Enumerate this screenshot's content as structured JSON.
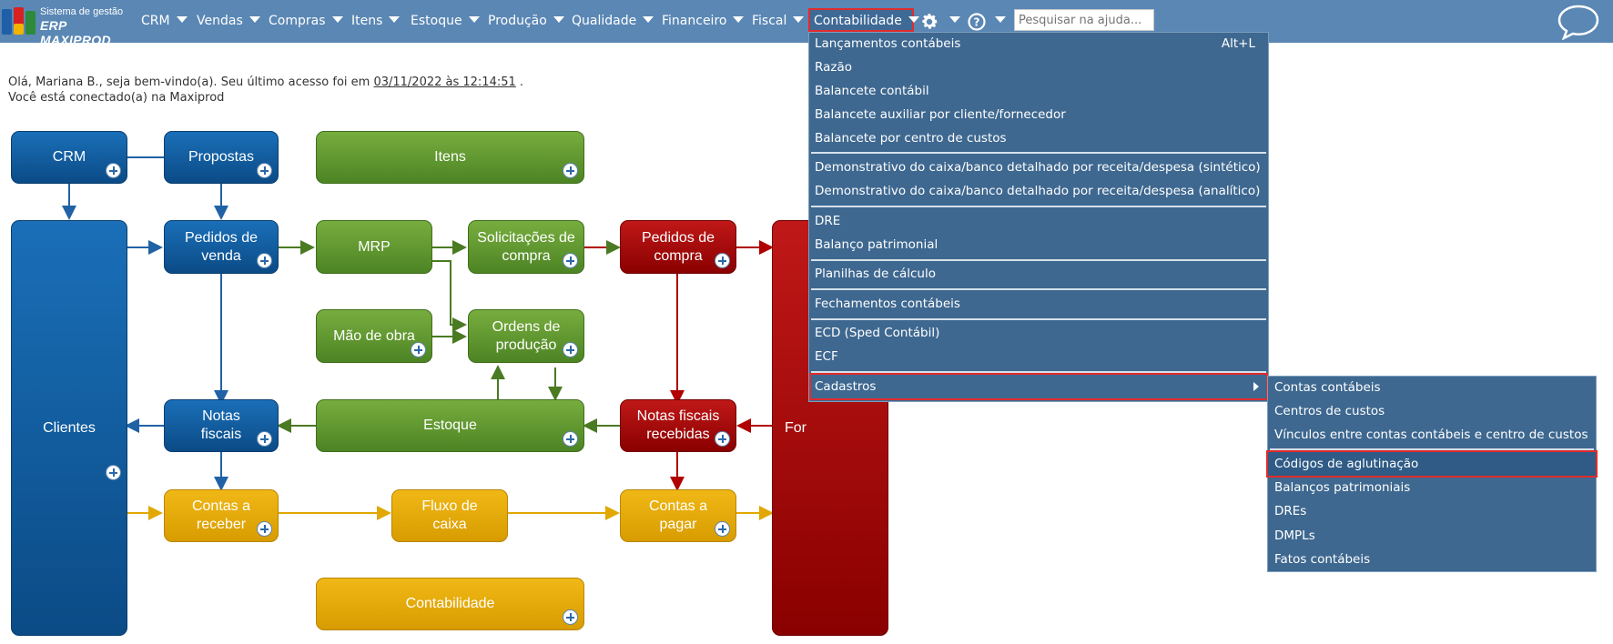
{
  "logo": {
    "line1": "Sistema de gestão",
    "line2": "ERP MAXIPROD"
  },
  "nav": {
    "items": [
      "CRM",
      "Vendas",
      "Compras",
      "Itens",
      "Estoque",
      "Produção",
      "Qualidade",
      "Financeiro",
      "Fiscal"
    ],
    "active": "Contabilidade",
    "search_placeholder": "Pesquisar na ajuda..."
  },
  "welcome": {
    "line1_prefix": "Olá, Mariana B., seja bem-vindo(a). Seu último acesso foi em",
    "last_access": "03/11/2022 às 12:14:51",
    "line1_suffix": ".",
    "line2": "Você está conectado(a) na Maxiprod"
  },
  "flow": {
    "crm": "CRM",
    "propostas": "Propostas",
    "itens": "Itens",
    "clientes": "Clientes",
    "pedidos_venda_1": "Pedidos de",
    "pedidos_venda_2": "venda",
    "mrp": "MRP",
    "solicitacoes_1": "Solicitações de",
    "solicitacoes_2": "compra",
    "pedidos_compra_1": "Pedidos de",
    "pedidos_compra_2": "compra",
    "fornecedores": "For",
    "mao_obra": "Mão de obra",
    "ordens_1": "Ordens de",
    "ordens_2": "produção",
    "notas_1": "Notas",
    "notas_2": "fiscais",
    "estoque": "Estoque",
    "nf_rec_1": "Notas fiscais",
    "nf_rec_2": "recebidas",
    "contas_receber_1": "Contas a",
    "contas_receber_2": "receber",
    "fluxo_1": "Fluxo de",
    "fluxo_2": "caixa",
    "contas_pagar_1": "Contas a",
    "contas_pagar_2": "pagar",
    "contabilidade": "Contabilidade"
  },
  "dropdown": {
    "items": [
      "Lançamentos contábeis",
      "Razão",
      "Balancete contábil",
      "Balancete auxiliar por cliente/fornecedor",
      "Balancete por centro de custos",
      "Demonstrativo do caixa/banco detalhado por receita/despesa (sintético)",
      "Demonstrativo do caixa/banco detalhado por receita/despesa (analítico)",
      "DRE",
      "Balanço patrimonial",
      "Planilhas de cálculo",
      "Fechamentos contábeis",
      "ECD (Sped Contábil)",
      "ECF",
      "Cadastros"
    ],
    "shortcut": "Alt+L"
  },
  "submenu": {
    "items": [
      "Contas contábeis",
      "Centros de custos",
      "Vínculos entre contas contábeis e centro de custos",
      "Códigos de aglutinação",
      "Balanços patrimoniais",
      "DREs",
      "DMPLs",
      "Fatos contábeis"
    ]
  }
}
